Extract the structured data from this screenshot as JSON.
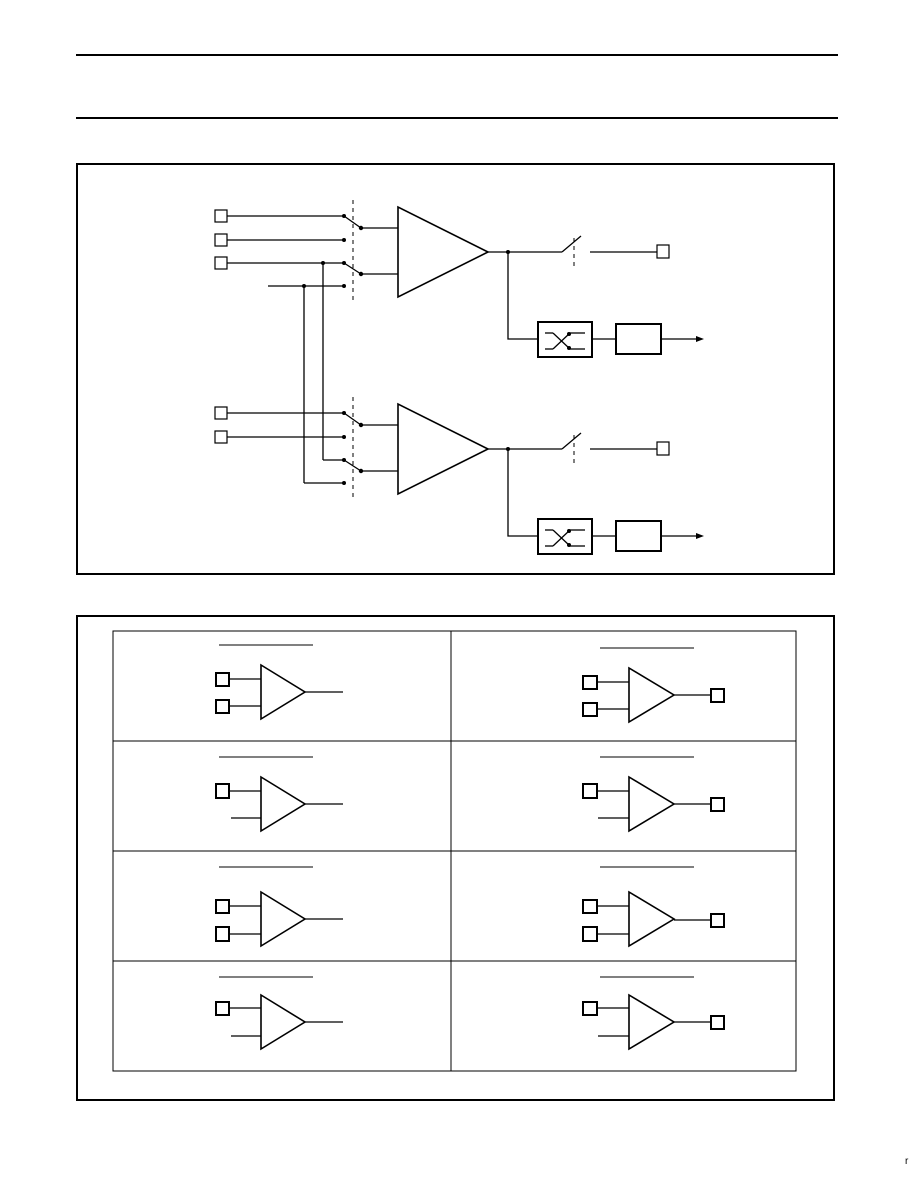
{
  "page": {
    "corner_mark": "r"
  },
  "block_diagram": {
    "channels": 2
  },
  "configuration_table": {
    "rows": 4,
    "columns": 2
  }
}
